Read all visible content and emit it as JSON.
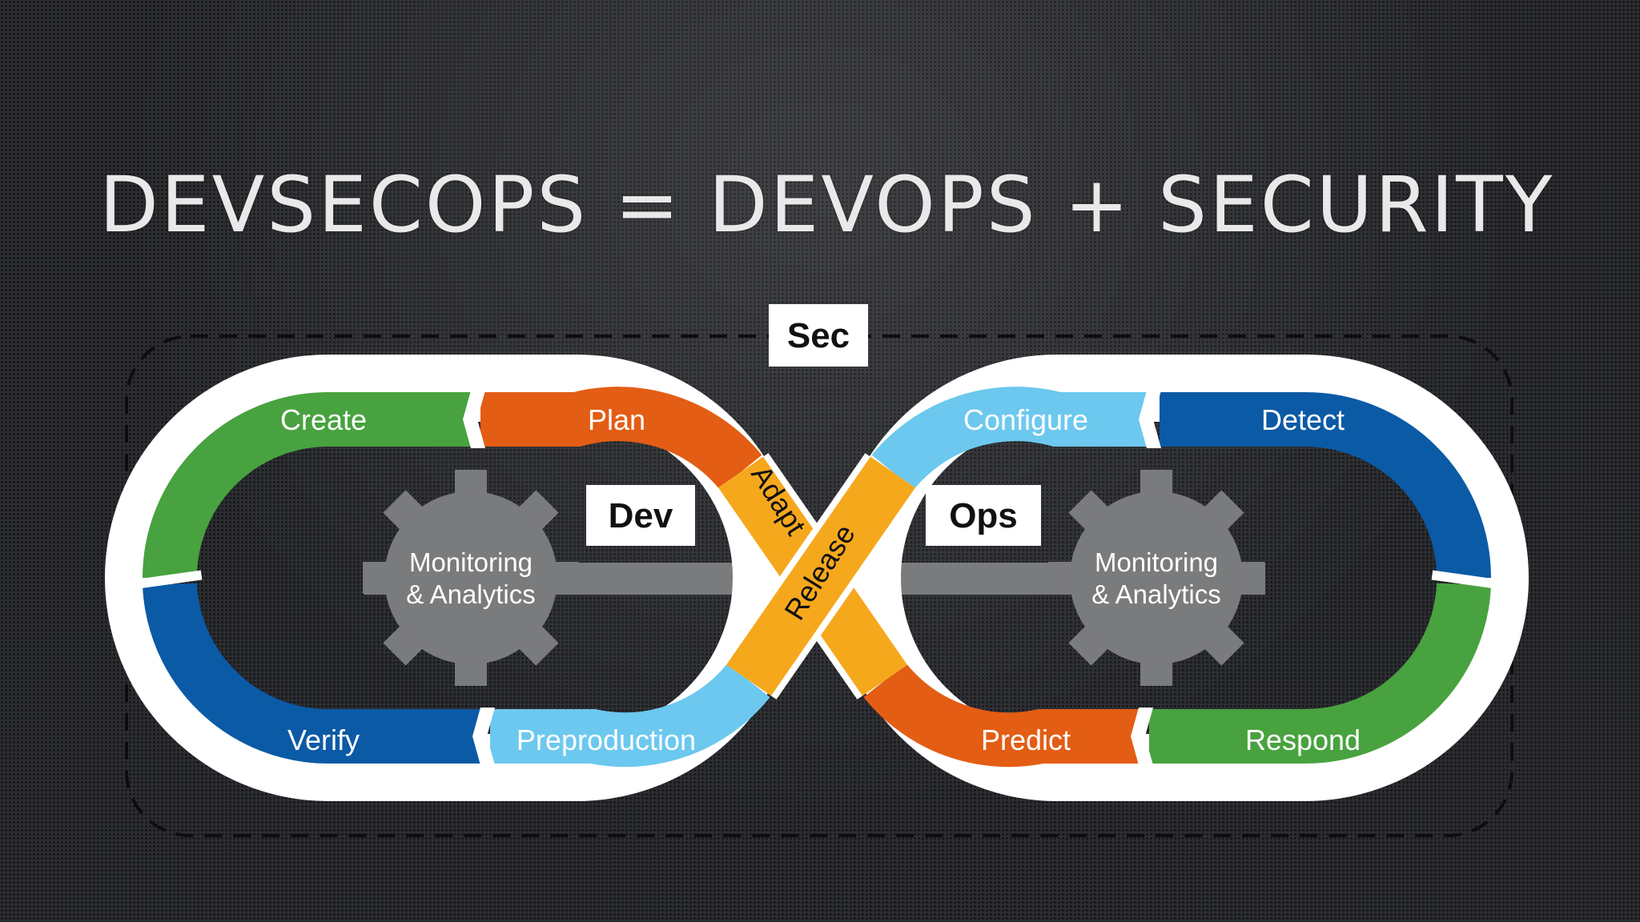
{
  "title": "DEVSECOPS = DEVOPS + SECURITY",
  "boxes": {
    "sec": "Sec",
    "dev": "Dev",
    "ops": "Ops"
  },
  "dev_loop": {
    "create": "Create",
    "plan": "Plan",
    "verify": "Verify",
    "preproduction": "Preproduction",
    "adapt": "Adapt",
    "monitoring_line1": "Monitoring",
    "monitoring_line2": "& Analytics"
  },
  "crossing": {
    "release": "Release"
  },
  "ops_loop": {
    "configure": "Configure",
    "detect": "Detect",
    "predict": "Predict",
    "respond": "Respond",
    "monitoring_line1": "Monitoring",
    "monitoring_line2": "& Analytics"
  },
  "colors": {
    "green": "#48a23f",
    "orange": "#e35d14",
    "light_blue": "#6cc8ef",
    "dark_blue": "#0b5aa6",
    "yellow": "#f6a81d",
    "gear_gray": "#7a7b7d",
    "outline": "#ffffff"
  }
}
